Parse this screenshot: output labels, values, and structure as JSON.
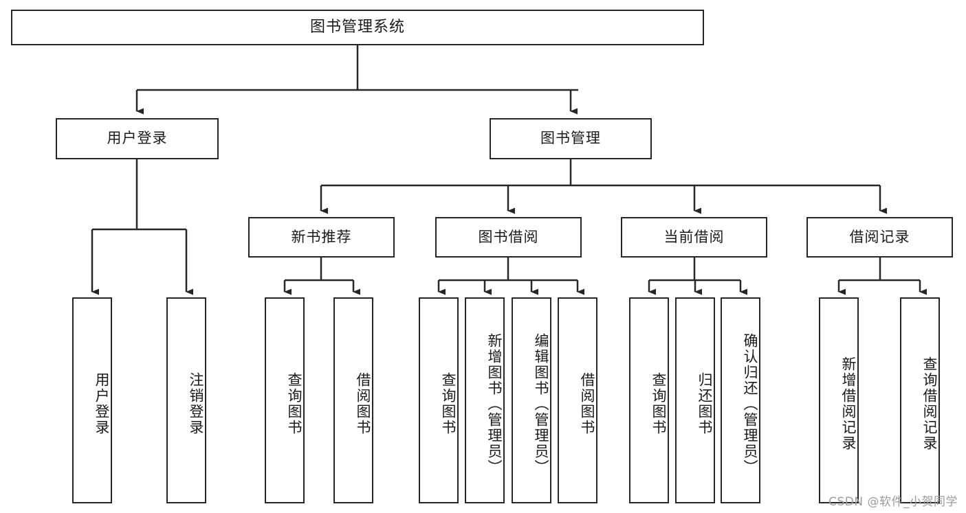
{
  "diagram": {
    "title": "图书管理系统",
    "root": {
      "label": "图书管理系统"
    },
    "level1": [
      {
        "label": "用户登录"
      },
      {
        "label": "图书管理"
      }
    ],
    "level2": [
      {
        "label": "新书推荐"
      },
      {
        "label": "图书借阅"
      },
      {
        "label": "当前借阅"
      },
      {
        "label": "借阅记录"
      }
    ],
    "leaves": {
      "user_login": [
        {
          "label": "用户登录"
        },
        {
          "label": "注销登录"
        }
      ],
      "new_book_recommend": [
        {
          "label": "查询图书"
        },
        {
          "label": "借阅图书"
        }
      ],
      "book_borrow": [
        {
          "label": "查询图书"
        },
        {
          "label": "新增图书（管理员）"
        },
        {
          "label": "编辑图书（管理员）"
        },
        {
          "label": "借阅图书"
        }
      ],
      "current_borrow": [
        {
          "label": "查询图书"
        },
        {
          "label": "归还图书"
        },
        {
          "label": "确认归还（管理员）"
        }
      ],
      "borrow_record": [
        {
          "label": "新增借阅记录"
        },
        {
          "label": "查询借阅记录"
        }
      ]
    }
  },
  "watermark": {
    "text": "CSDN @软件_小贺同学"
  },
  "colors": {
    "stroke": "#262626",
    "fill": "#ffffff",
    "text": "#1a1a1a",
    "watermark": "#9b9b9b"
  }
}
